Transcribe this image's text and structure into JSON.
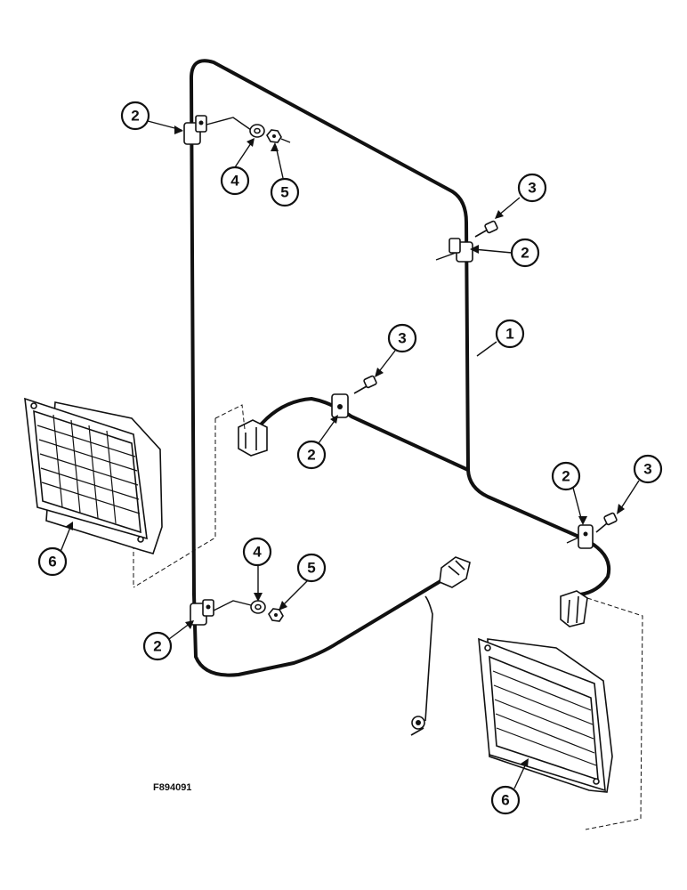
{
  "figure": {
    "code": "F894091",
    "colors": {
      "ink": "#111111",
      "paper": "#ffffff"
    }
  },
  "callouts": [
    {
      "id": "c2a",
      "label": "2"
    },
    {
      "id": "c4a",
      "label": "4"
    },
    {
      "id": "c5a",
      "label": "5"
    },
    {
      "id": "c3a",
      "label": "3"
    },
    {
      "id": "c2b",
      "label": "2"
    },
    {
      "id": "c1",
      "label": "1"
    },
    {
      "id": "c3b",
      "label": "3"
    },
    {
      "id": "c2c",
      "label": "2"
    },
    {
      "id": "c2d",
      "label": "2"
    },
    {
      "id": "c3c",
      "label": "3"
    },
    {
      "id": "c6a",
      "label": "6"
    },
    {
      "id": "c4b",
      "label": "4"
    },
    {
      "id": "c5b",
      "label": "5"
    },
    {
      "id": "c2e",
      "label": "2"
    },
    {
      "id": "c6b",
      "label": "6"
    }
  ]
}
